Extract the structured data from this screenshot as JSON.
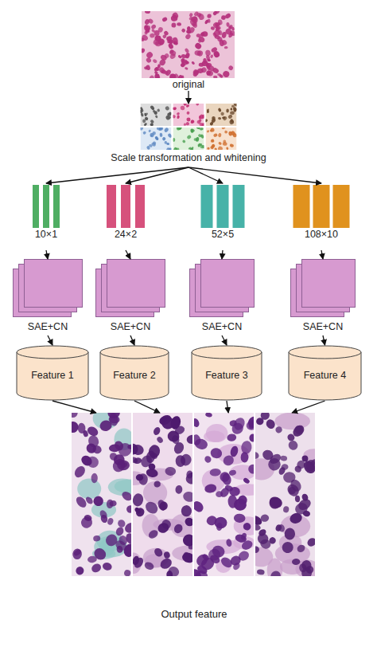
{
  "diagram": {
    "nodes": [
      {
        "text": [
          "original"
        ]
      },
      {
        "text": [
          "Scale transformation and whitening"
        ]
      },
      {
        "text": [
          "10×1"
        ]
      },
      {
        "text": [
          "24×2"
        ]
      },
      {
        "text": [
          "52×5"
        ]
      },
      {
        "text": [
          "108×10"
        ]
      },
      {
        "text": [
          "SAE+CN"
        ]
      },
      {
        "text": [
          "SAE+CN"
        ]
      },
      {
        "text": [
          "SAE+CN"
        ]
      },
      {
        "text": [
          "SAE+CN"
        ]
      },
      {
        "text": [
          "Feature 1"
        ]
      },
      {
        "text": [
          "Feature 2"
        ]
      },
      {
        "text": [
          "Feature 3"
        ]
      },
      {
        "text": [
          "Feature 4"
        ]
      },
      {
        "text": [
          "Output feature"
        ]
      }
    ],
    "edges": [
      {
        "from": 0,
        "to": 1,
        "arrow": "to"
      },
      {
        "from": 1,
        "to": 2,
        "arrow": "to"
      },
      {
        "from": 1,
        "to": 3,
        "arrow": "to"
      },
      {
        "from": 1,
        "to": 4,
        "arrow": "to"
      },
      {
        "from": 1,
        "to": 5,
        "arrow": "to"
      },
      {
        "from": 2,
        "to": 6,
        "arrow": "to"
      },
      {
        "from": 3,
        "to": 7,
        "arrow": "to"
      },
      {
        "from": 4,
        "to": 8,
        "arrow": "to"
      },
      {
        "from": 5,
        "to": 9,
        "arrow": "to"
      },
      {
        "from": 6,
        "to": 10,
        "arrow": "to"
      },
      {
        "from": 7,
        "to": 11,
        "arrow": "to"
      },
      {
        "from": 8,
        "to": 12,
        "arrow": "to"
      },
      {
        "from": 9,
        "to": 13,
        "arrow": "to"
      },
      {
        "from": 10,
        "to": 14,
        "arrow": "to"
      },
      {
        "from": 11,
        "to": 14,
        "arrow": "to"
      },
      {
        "from": 12,
        "to": 14,
        "arrow": "to"
      },
      {
        "from": 13,
        "to": 14,
        "arrow": "to"
      }
    ]
  }
}
